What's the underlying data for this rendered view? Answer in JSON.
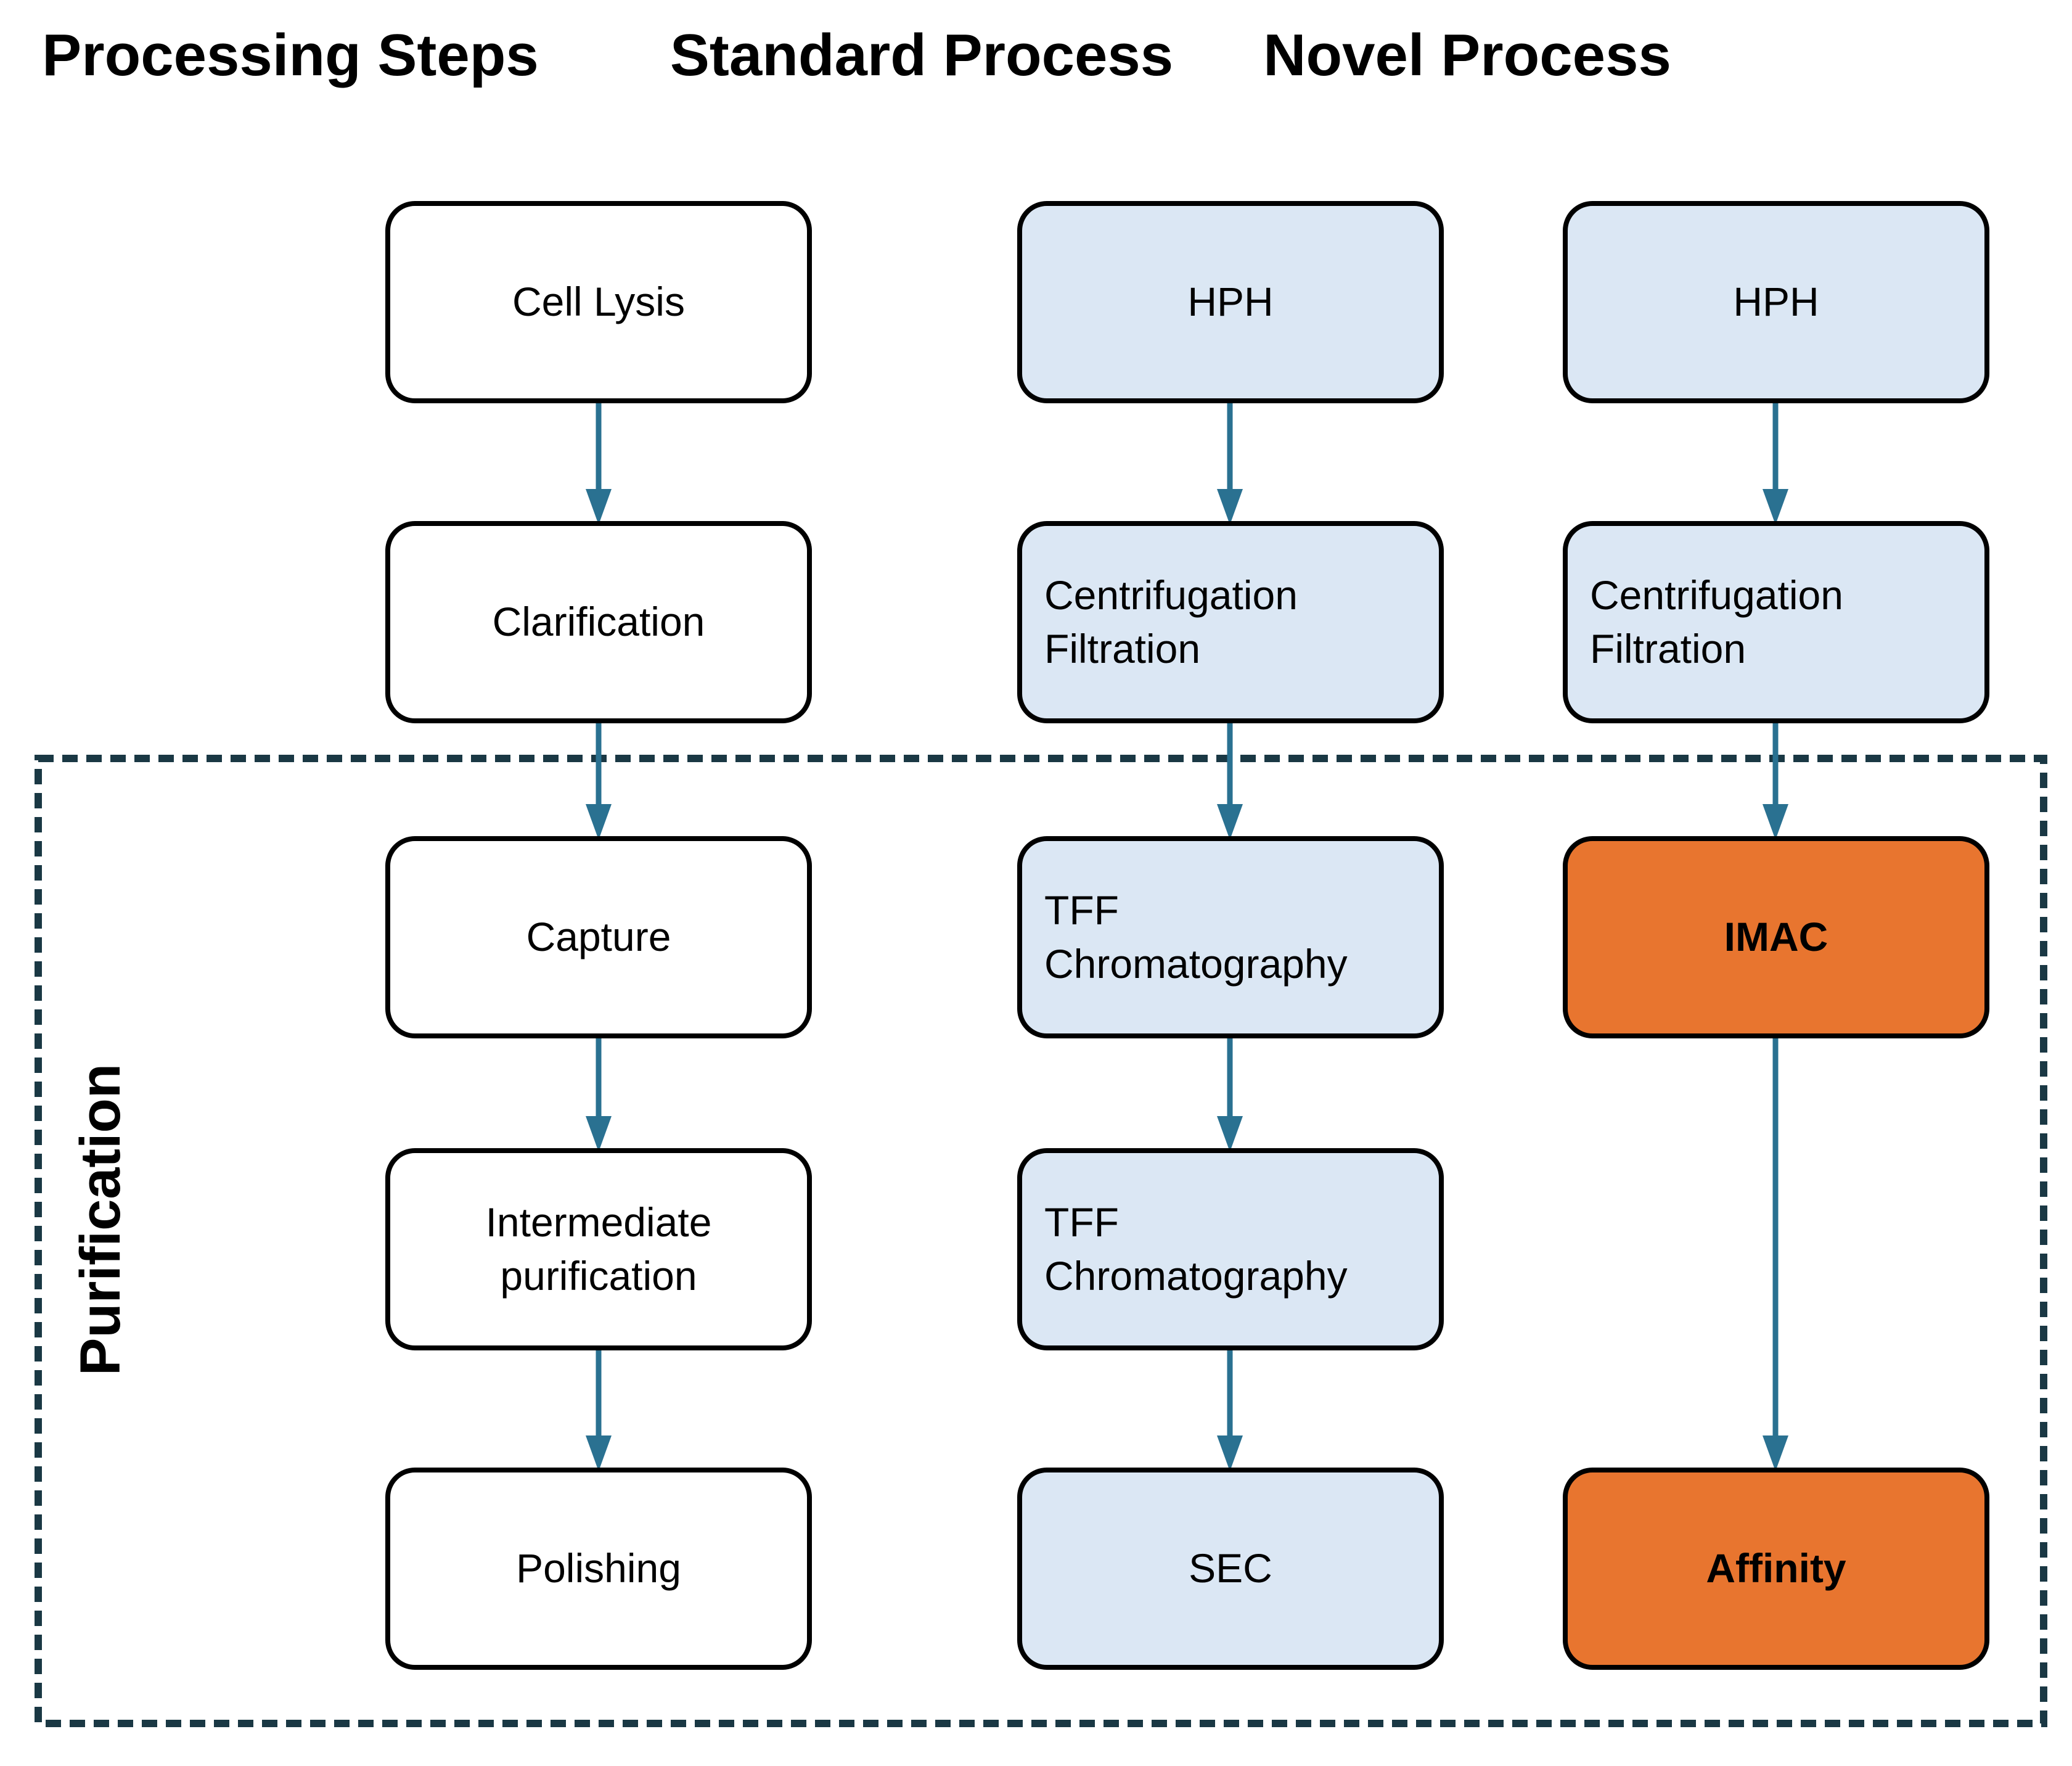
{
  "purification": {
    "label": "Purification"
  },
  "columns": [
    {
      "header": "Processing Steps",
      "boxes": [
        {
          "label": "Cell Lysis"
        },
        {
          "label": "Clarification"
        },
        {
          "label": "Capture"
        },
        {
          "label": "Intermediate\npurification"
        },
        {
          "label": "Polishing"
        }
      ]
    },
    {
      "header": "Standard Process",
      "boxes": [
        {
          "label": "HPH"
        },
        {
          "label": "Centrifugation\nFiltration"
        },
        {
          "label": "TFF\nChromatography"
        },
        {
          "label": "TFF\nChromatography"
        },
        {
          "label": "SEC"
        }
      ]
    },
    {
      "header": "Novel Process",
      "boxes": [
        {
          "label": "HPH"
        },
        {
          "label": "Centrifugation\nFiltration"
        },
        {
          "label": "IMAC"
        },
        {
          "label": "Affinity"
        }
      ]
    }
  ],
  "colors": {
    "standard_fill": "#dbe7f4",
    "novel_highlight_fill": "#e8752f",
    "arrow": "#2a7191",
    "purification_border": "#1a3844"
  }
}
